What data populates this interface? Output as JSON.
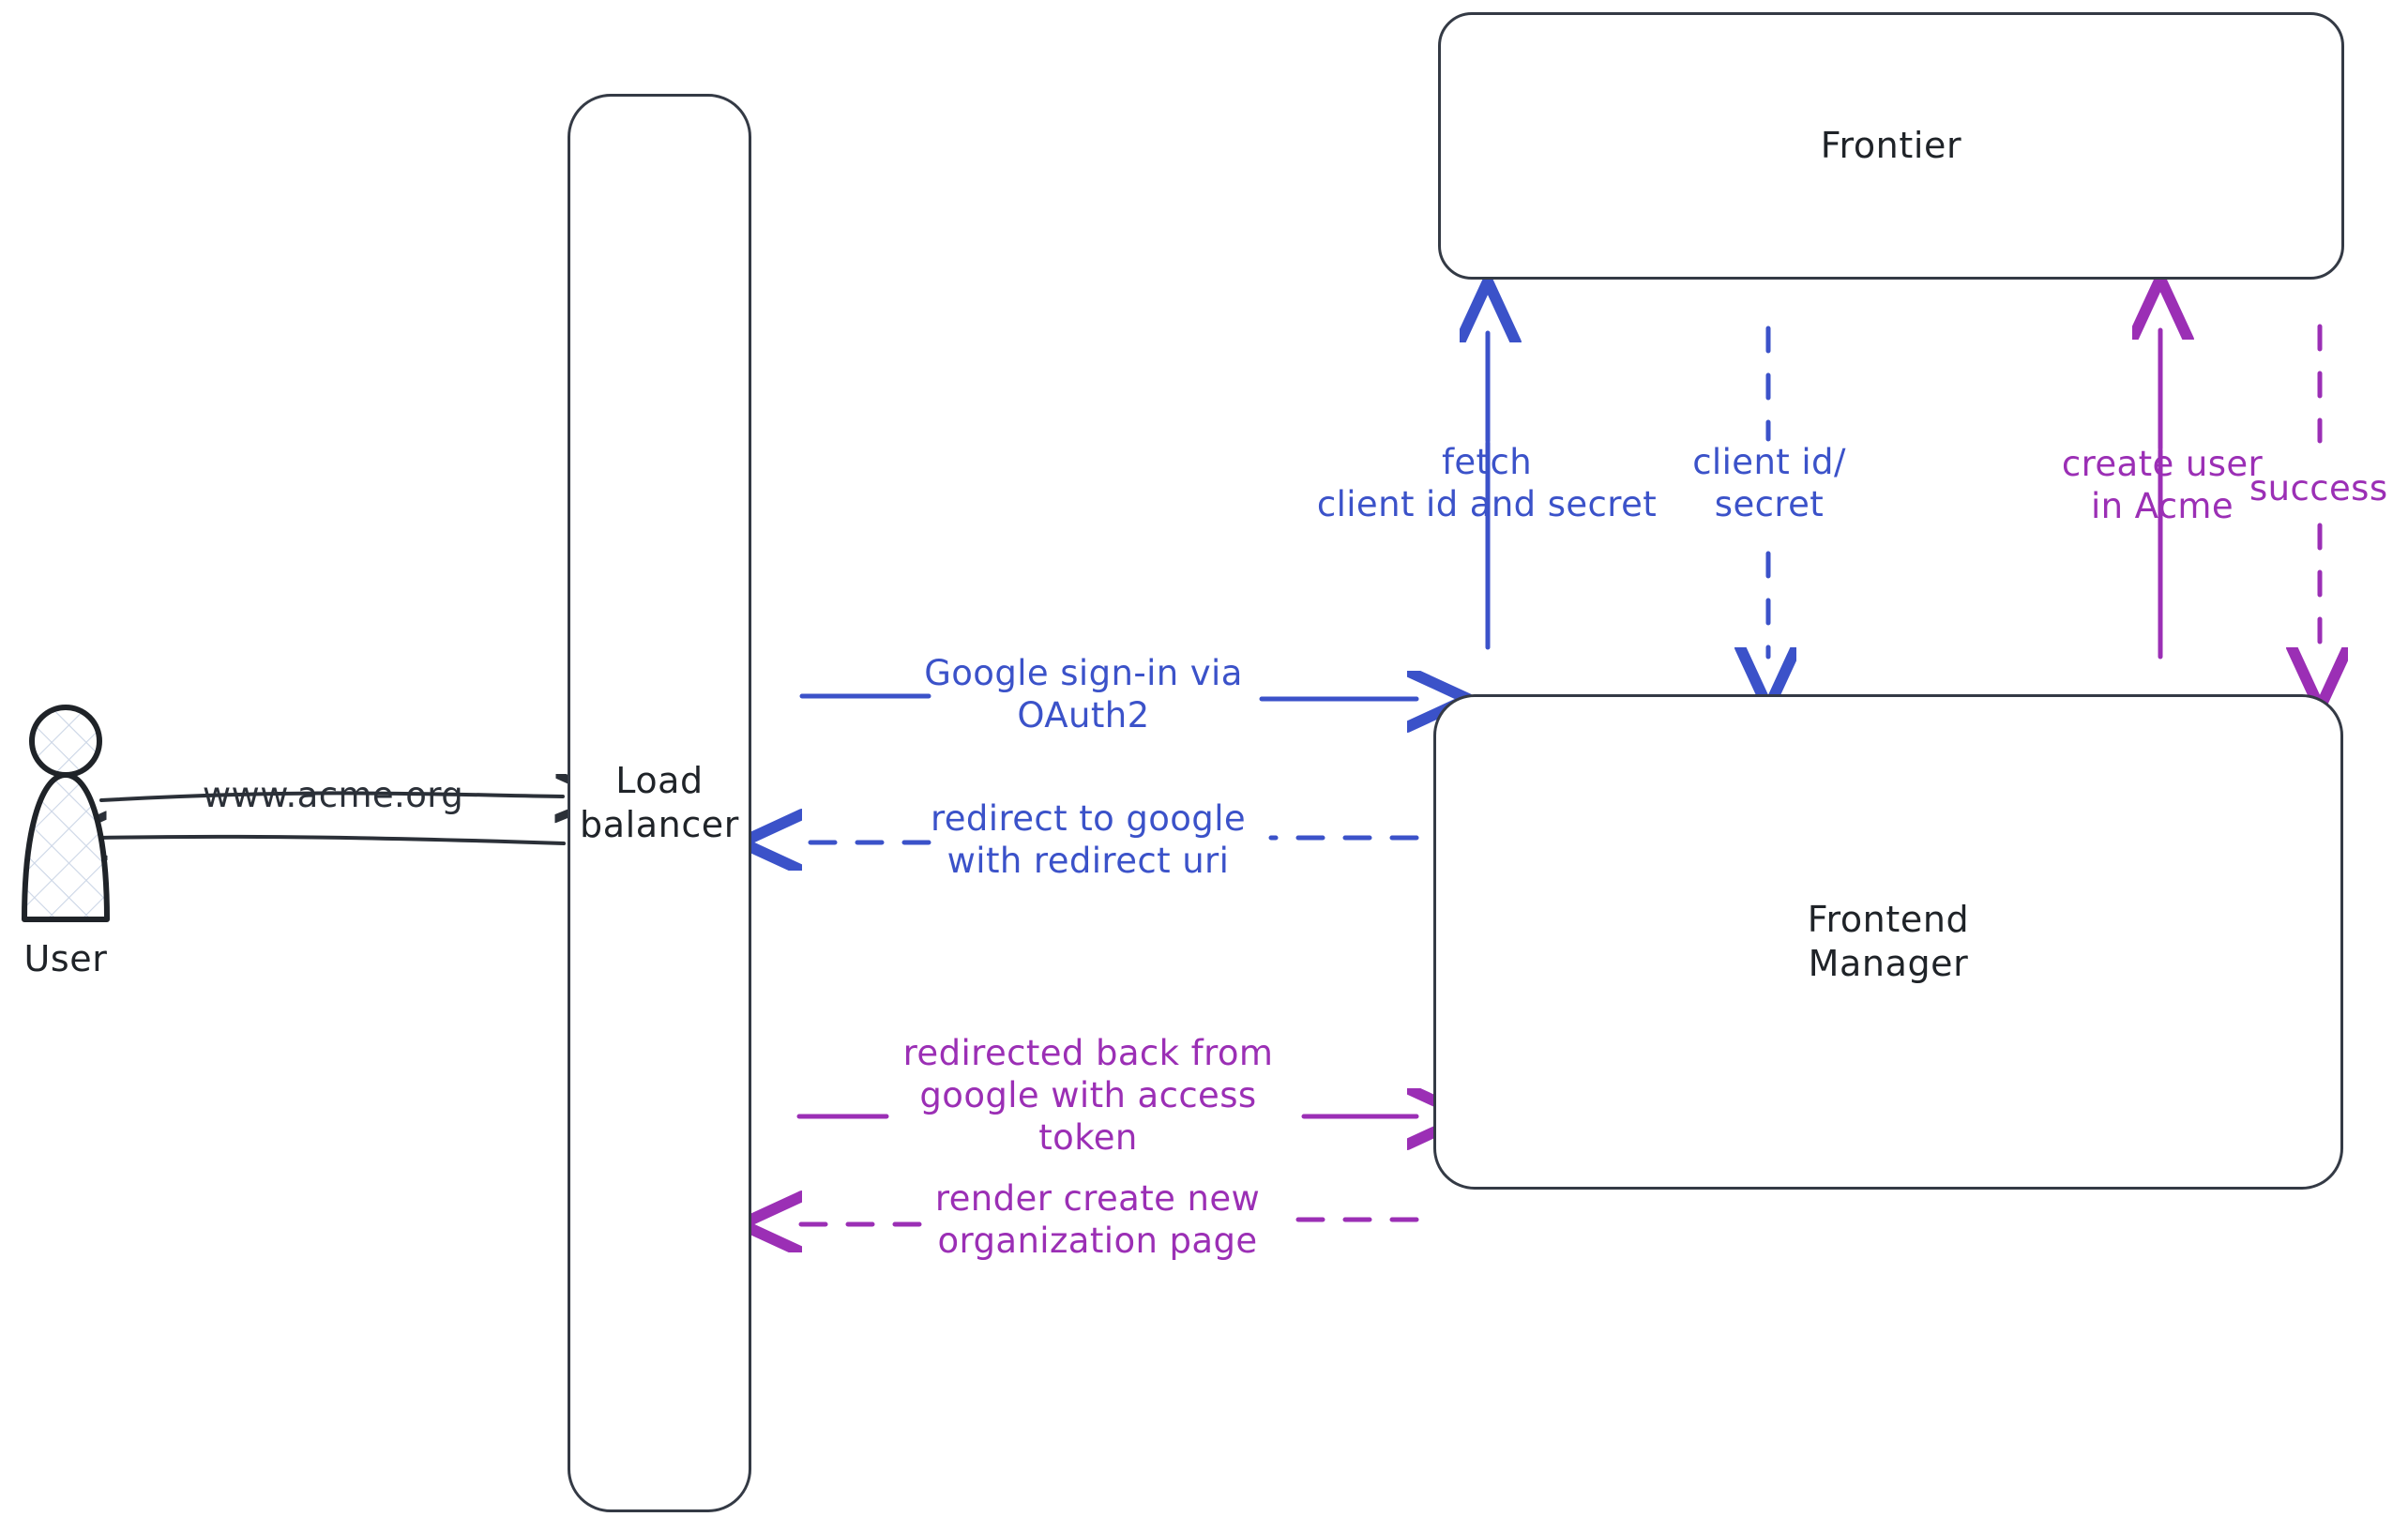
{
  "diagram": {
    "title": "Google OAuth2 sign-in sequence",
    "colors": {
      "node_stroke": "#343a45",
      "node_text": "#1f2328",
      "blue_flow": "#3b52c9",
      "purple_flow": "#9b2fb5",
      "background": "#ffffff"
    }
  },
  "actors": {
    "user": {
      "label": "User",
      "icon": "person-icon"
    }
  },
  "nodes": [
    {
      "id": "load-balancer",
      "label": "Load\nbalancer"
    },
    {
      "id": "frontier",
      "label": "Frontier"
    },
    {
      "id": "frontend-manager",
      "label": "Frontend\nManager"
    }
  ],
  "edges": [
    {
      "id": "user-to-lb",
      "label": "www.acme.org",
      "color": "#2b3038",
      "style": "solid",
      "direction": "right"
    },
    {
      "id": "lb-to-user",
      "label": "",
      "color": "#2b3038",
      "style": "solid",
      "direction": "left"
    },
    {
      "id": "lb-to-fm-signin",
      "label": "Google sign-in via\nOAuth2",
      "color": "#3b52c9",
      "style": "solid",
      "direction": "right"
    },
    {
      "id": "fm-to-lb-redirect",
      "label": "redirect to google\nwith redirect uri",
      "color": "#3b52c9",
      "style": "dashed",
      "direction": "left"
    },
    {
      "id": "fm-to-lb-token",
      "label": "redirected back from\ngoogle with access\ntoken",
      "color": "#9b2fb5",
      "style": "solid",
      "direction": "right"
    },
    {
      "id": "lb-to-fm-render",
      "label": "render create new\norganization page",
      "color": "#9b2fb5",
      "style": "dashed",
      "direction": "left"
    },
    {
      "id": "fm-to-frontier-fetch",
      "label": "fetch\nclient id and secret",
      "color": "#3b52c9",
      "style": "solid",
      "direction": "up"
    },
    {
      "id": "frontier-to-fm-creds",
      "label": "client id/\nsecret",
      "color": "#3b52c9",
      "style": "dashed",
      "direction": "down"
    },
    {
      "id": "fm-to-frontier-create",
      "label": "create user\nin Acme",
      "color": "#9b2fb5",
      "style": "solid",
      "direction": "up"
    },
    {
      "id": "frontier-to-fm-success",
      "label": "success",
      "color": "#9b2fb5",
      "style": "dashed",
      "direction": "down"
    }
  ]
}
